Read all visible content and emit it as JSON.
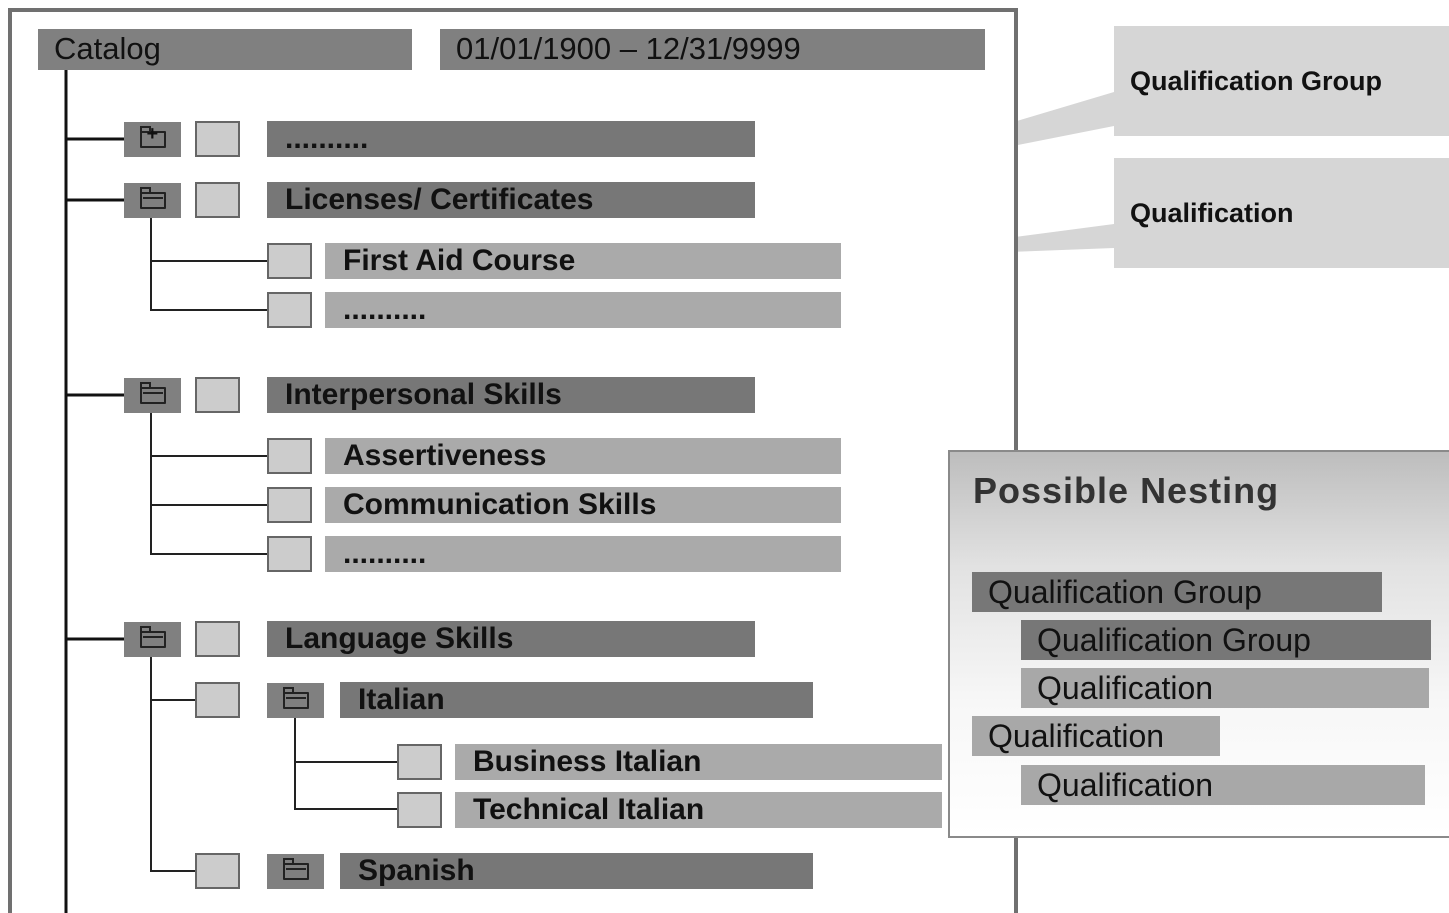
{
  "catalog": {
    "title": "Catalog",
    "validity": "01/01/1900 – 12/31/9999"
  },
  "tree": {
    "group_ellipsis": "..........",
    "licenses": "Licenses/ Certificates",
    "first_aid": "First Aid Course",
    "licenses_ellipsis": "..........",
    "interpersonal": "Interpersonal Skills",
    "assertiveness": "Assertiveness",
    "communication": "Communication Skills",
    "interpersonal_ellipsis": "..........",
    "language": "Language Skills",
    "italian": "Italian",
    "business_italian": "Business Italian",
    "technical_italian": "Technical Italian",
    "spanish": "Spanish"
  },
  "callouts": {
    "group": "Qualification Group",
    "qualification": "Qualification"
  },
  "nesting": {
    "title": "Possible Nesting",
    "rows": [
      "Qualification Group",
      "Qualification Group",
      "Qualification",
      "Qualification",
      "Qualification"
    ]
  },
  "colors": {
    "dark_bar": "#777777",
    "light_bar": "#aaaaaa",
    "callout": "#d6d6d6"
  }
}
